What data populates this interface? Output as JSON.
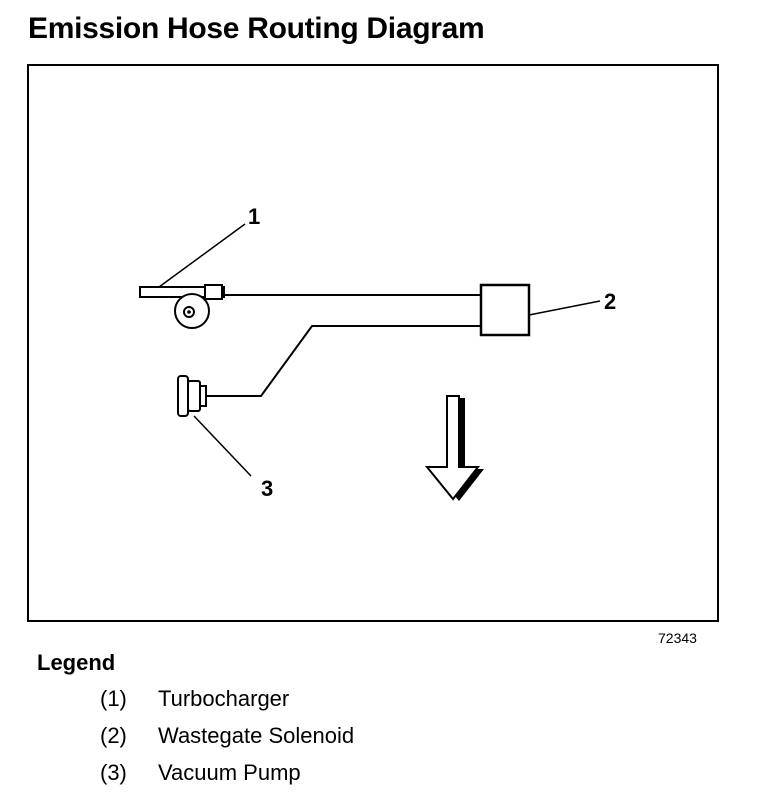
{
  "title": "Emission Hose Routing Diagram",
  "figure_number": "72343",
  "callouts": {
    "c1": "1",
    "c2": "2",
    "c3": "3"
  },
  "legend": {
    "title": "Legend",
    "items": [
      {
        "number": "(1)",
        "label": "Turbocharger"
      },
      {
        "number": "(2)",
        "label": "Wastegate Solenoid"
      },
      {
        "number": "(3)",
        "label": "Vacuum Pump"
      }
    ]
  }
}
